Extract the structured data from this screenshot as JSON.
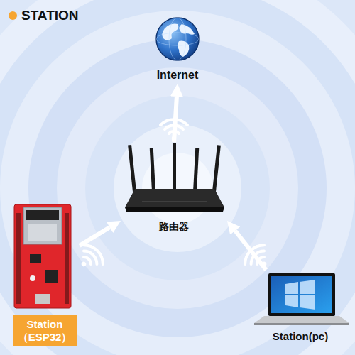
{
  "diagram": {
    "title": "STATION",
    "nodes": [
      {
        "text": [
          "Internet"
        ]
      },
      {
        "text": [
          "路由器"
        ]
      },
      {
        "text": [
          "Station （ESP32）"
        ]
      },
      {
        "text": [
          "Station(pc)"
        ]
      }
    ],
    "edges": [
      {
        "from": 1,
        "to": 0,
        "arrow": "to"
      },
      {
        "from": 2,
        "to": 1,
        "arrow": "to"
      },
      {
        "from": 3,
        "to": 1,
        "arrow": "to"
      }
    ]
  }
}
